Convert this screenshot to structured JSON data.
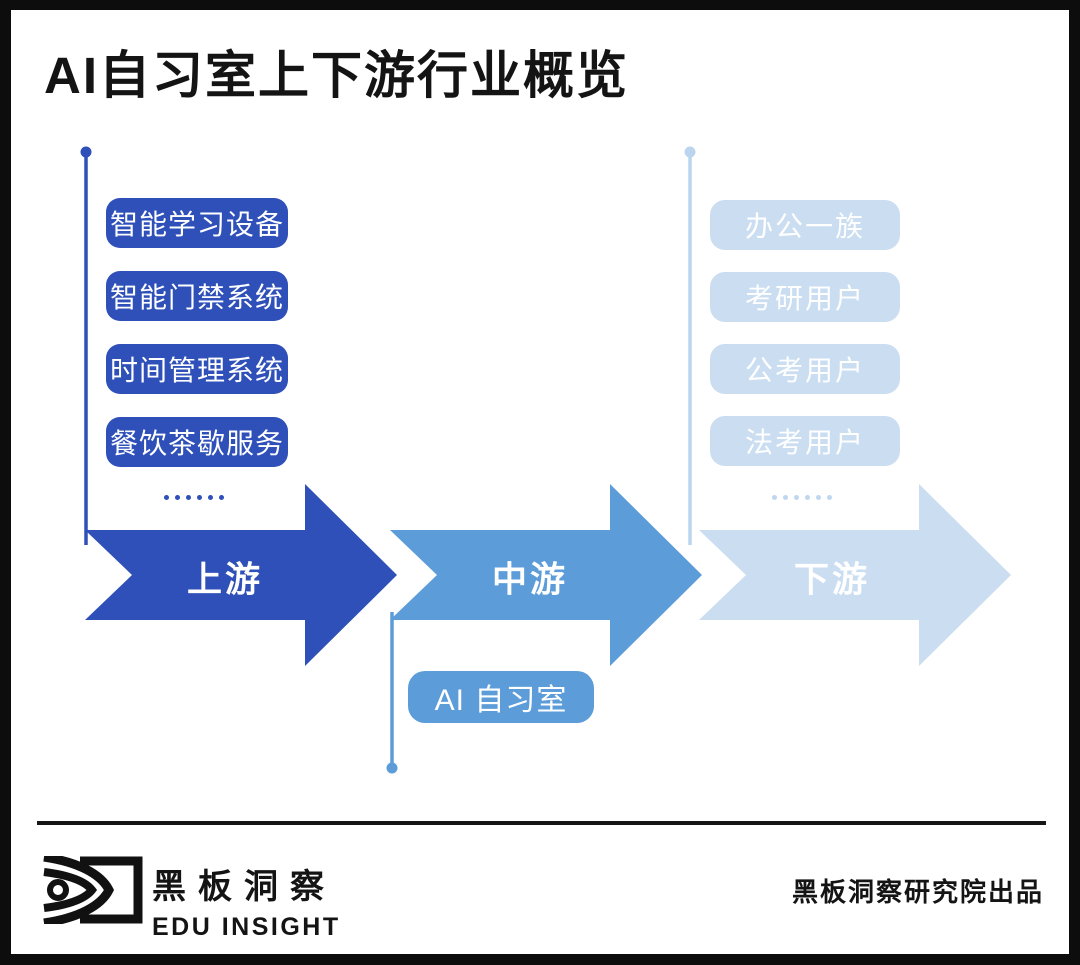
{
  "page": {
    "title": "AI自习室上下游行业概览"
  },
  "flow": {
    "stages": [
      {
        "id": "upstream",
        "label": "上游",
        "color": "#2E50B8"
      },
      {
        "id": "midstream",
        "label": "中游",
        "color": "#5B9CD9"
      },
      {
        "id": "downstream",
        "label": "下游",
        "color": "#CADDF1"
      }
    ],
    "upstream": {
      "items": [
        "智能学习设备",
        "智能门禁系统",
        "时间管理系统",
        "餐饮茶歇服务"
      ],
      "ellipsis": "……"
    },
    "midstream": {
      "items": [
        "AI 自习室"
      ]
    },
    "downstream": {
      "items": [
        "办公一族",
        "考研用户",
        "公考用户",
        "法考用户"
      ],
      "ellipsis": "……"
    }
  },
  "footer": {
    "brand_cn": "黑板洞察",
    "brand_en": "EDU INSIGHT",
    "credit": "黑板洞察研究院出品"
  },
  "colors": {
    "upstream_blue": "#2E50B8",
    "midstream_blue": "#5B9CD9",
    "downstream_blue": "#CADDF1",
    "downstream_line": "#BCD5EF",
    "ink": "#141414",
    "frame": "#0D0D0D",
    "background": "#FFFFFF",
    "pill_text": "#FFFFFF"
  }
}
